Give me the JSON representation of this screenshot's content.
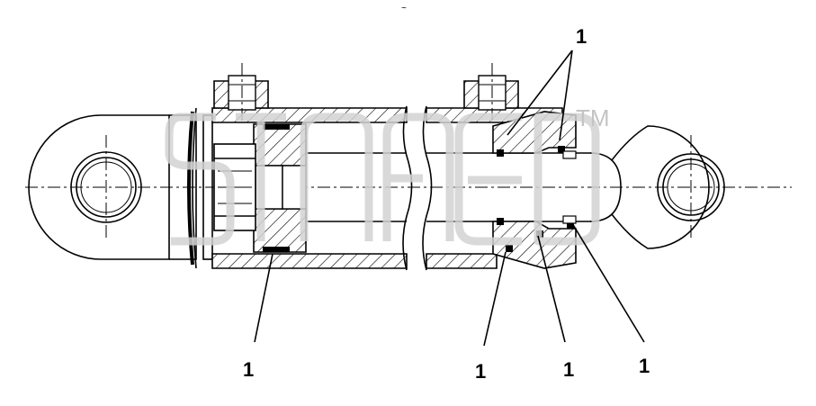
{
  "callouts": [
    {
      "id": "top-right",
      "label": "1"
    },
    {
      "id": "bottom-left",
      "label": "1"
    },
    {
      "id": "bottom-mid-a",
      "label": "1"
    },
    {
      "id": "bottom-mid-b",
      "label": "1"
    },
    {
      "id": "bottom-right",
      "label": "1"
    }
  ],
  "watermark": {
    "trademark": "TM"
  },
  "colors": {
    "line": "#000000",
    "watermark": "#d2d2d2",
    "background": "#ffffff"
  }
}
